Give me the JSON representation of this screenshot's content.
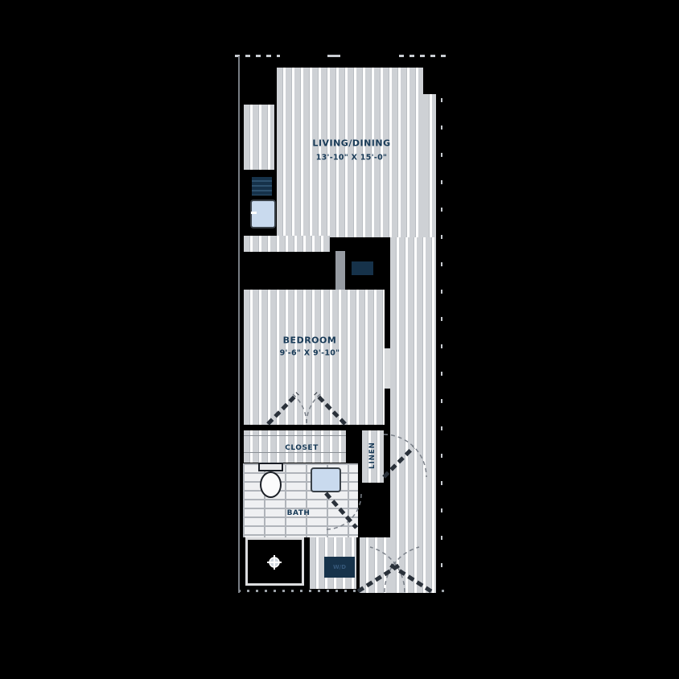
{
  "plan": {
    "title": "apartment-floor-plan",
    "labels": {
      "living_dining_name": "LIVING/DINING",
      "living_dining_dims": "13'-10\" X 15'-0\"",
      "bedroom_name": "BEDROOM",
      "bedroom_dims": "9'-6\" X 9'-10\"",
      "closet": "CLOSET",
      "linen": "LINEN",
      "bath": "BATH",
      "washer_dryer": "W/D"
    },
    "fixtures": [
      "stove",
      "kitchen-sink",
      "appliance",
      "toilet",
      "bathroom-sink",
      "shower-drain",
      "washer-dryer"
    ],
    "colors": {
      "background": "#000000",
      "floor_plank": "#ced1d5",
      "floor_gap": "#ffffff",
      "wall_gray": "#787d84",
      "label_navy": "#183a57",
      "fixture_navy": "#16324a",
      "sink_blue": "#c9daee",
      "tile_line": "#b0b4ba"
    }
  }
}
